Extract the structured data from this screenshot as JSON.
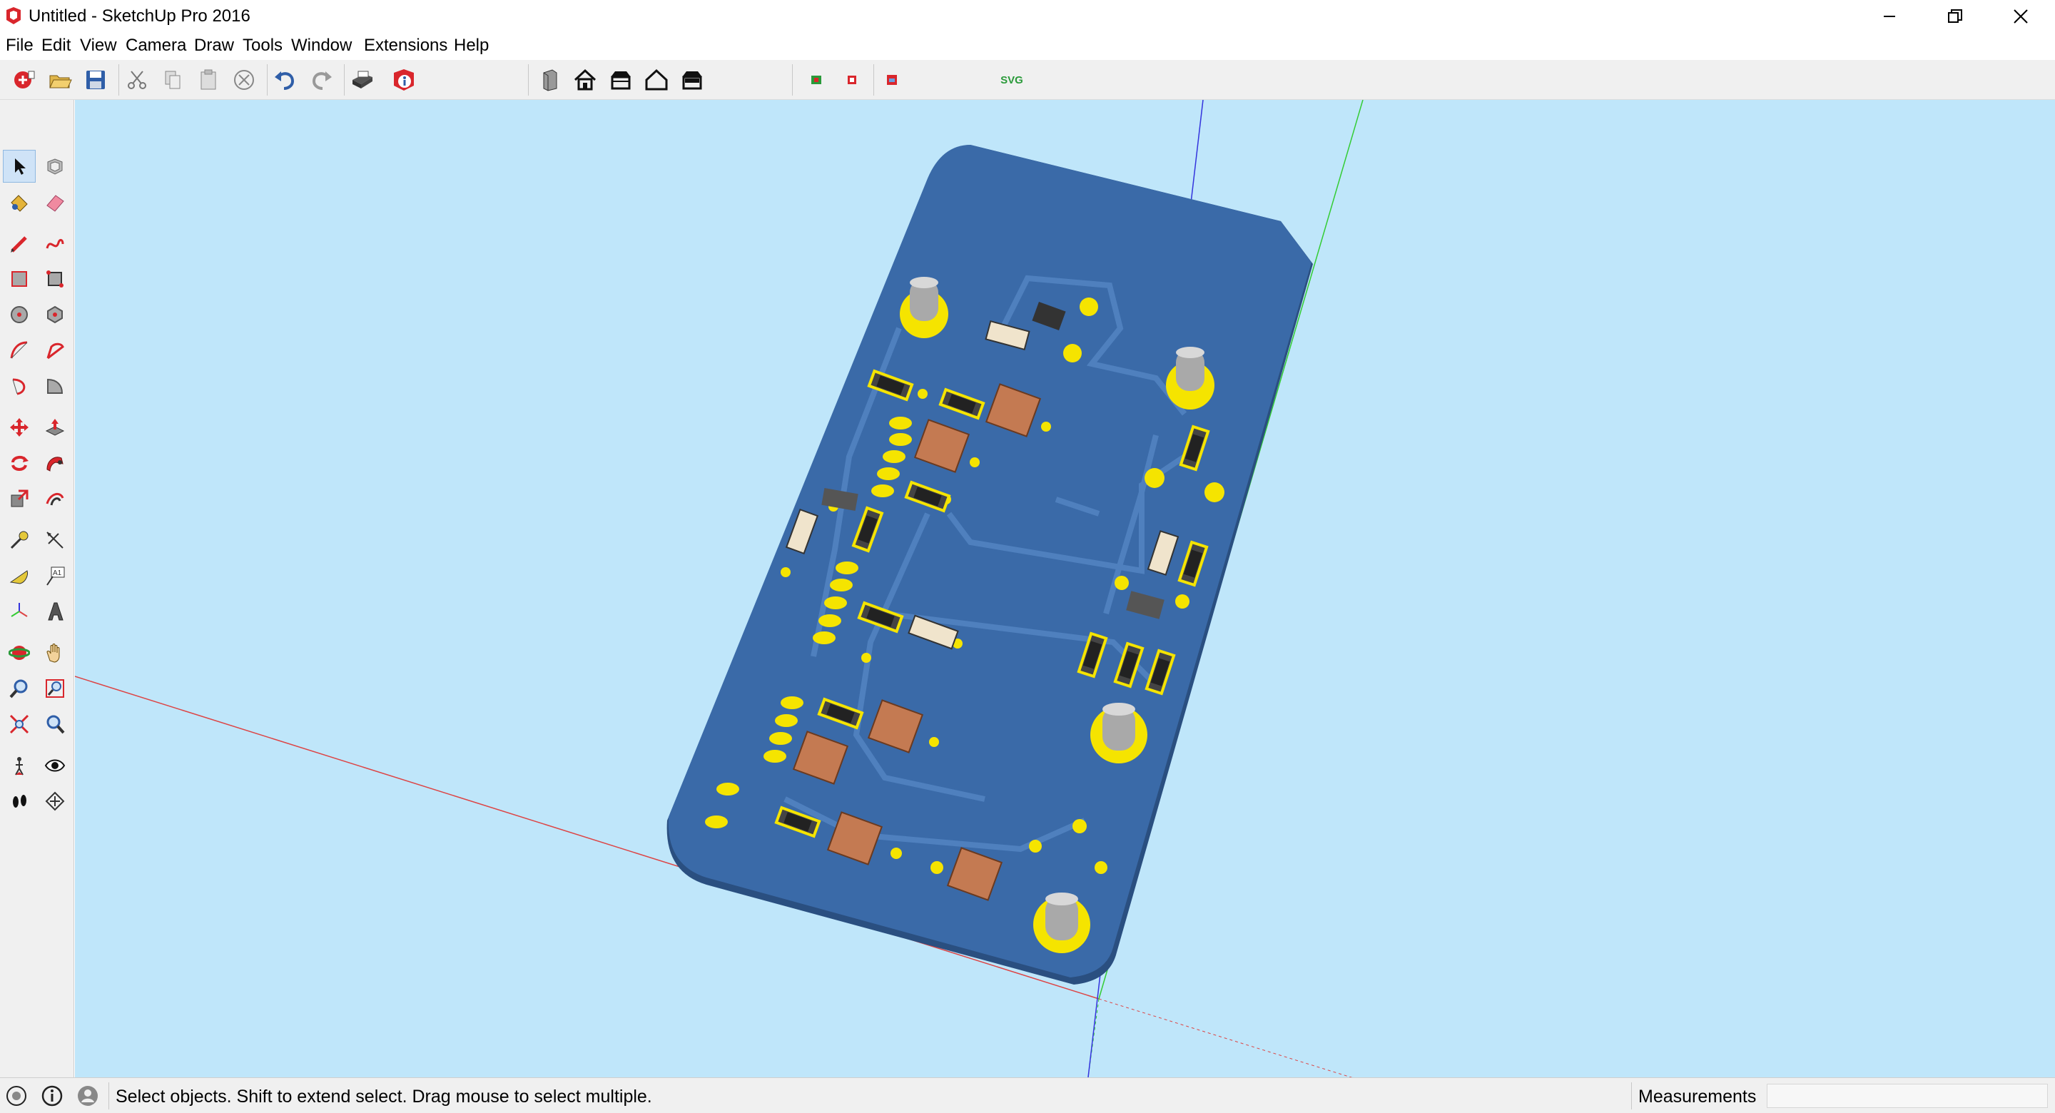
{
  "window": {
    "title": "Untitled - SketchUp Pro 2016",
    "controls": [
      "minimize",
      "restore",
      "close"
    ]
  },
  "menu": [
    "File",
    "Edit",
    "View",
    "Camera",
    "Draw",
    "Tools",
    "Window",
    "Extensions",
    "Help"
  ],
  "toolbar": {
    "svg_button_label": "SVG"
  },
  "status": {
    "message": "Select objects. Shift to extend select. Drag mouse to select multiple.",
    "measurements_label": "Measurements",
    "measurements_value": ""
  },
  "colors": {
    "viewport_background": "#bfe6fa",
    "board": "#3a6aa8",
    "board_edge": "#2a4f80",
    "pad": "#f5e400",
    "trace": "#4f80be",
    "axis_red": "#d44",
    "axis_green": "#3c3",
    "axis_blue": "#33d"
  }
}
